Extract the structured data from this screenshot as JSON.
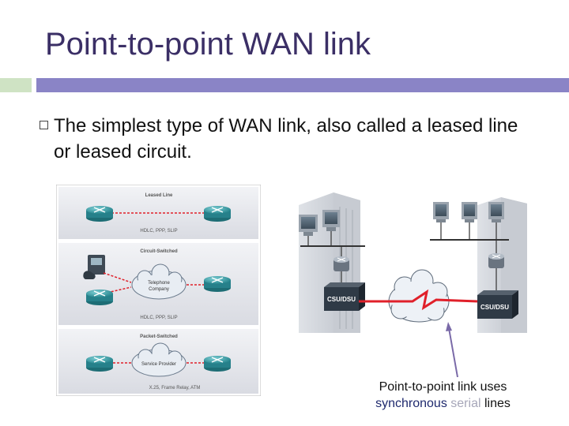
{
  "slide": {
    "title": "Point-to-point WAN link",
    "bullet": "The simplest type of WAN link, also called a leased line or leased circuit.",
    "caption": {
      "line1": "Point-to-point link uses",
      "word1": "synchronous",
      "word2": "serial",
      "word3": "lines"
    }
  },
  "left_diagram": {
    "panels": [
      {
        "heading": "Leased Line",
        "protocols": "HDLC, PPP, SLIP"
      },
      {
        "heading": "Circuit-Switched",
        "cloud": "Telephone Company",
        "cloud_l1": "Telephone",
        "cloud_l2": "Company",
        "protocols": "HDLC, PPP, SLIP"
      },
      {
        "heading": "Packet-Switched",
        "cloud": "Service Provider",
        "protocols": "X.25, Frame Relay, ATM"
      }
    ]
  },
  "right_diagram": {
    "left_device": "CSU/DSU",
    "right_device": "CSU/DSU"
  },
  "colors": {
    "title": "#3b2f66",
    "accent_bar": "#8a84c6",
    "accent_bar_left": "#cfe3c4",
    "link_red": "#e0202a",
    "router_teal": "#2f8f98",
    "arrow": "#7a6aa8"
  }
}
